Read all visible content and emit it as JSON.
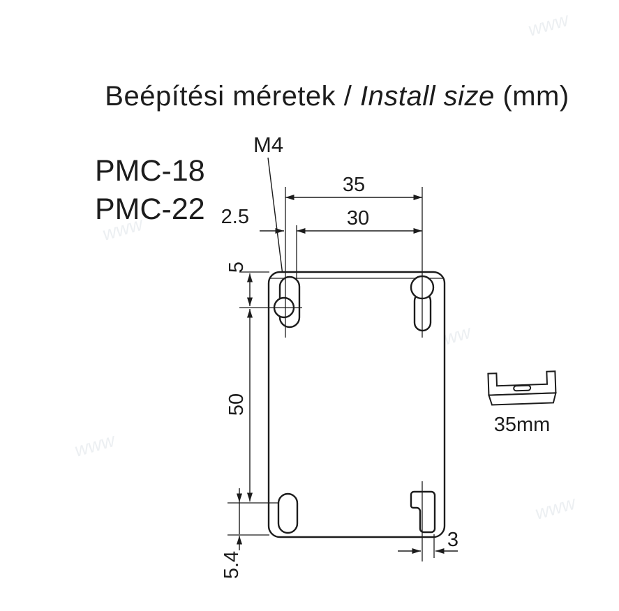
{
  "title": {
    "hu": "Beépítési méretek",
    "sep": " / ",
    "en": "Install size",
    "unit": " (mm)"
  },
  "models": {
    "model1": "PMC-18",
    "model2": "PMC-22"
  },
  "annotations": {
    "thread_size": "M4",
    "rail_size": "35mm",
    "watermark": "www"
  },
  "dimensions": {
    "top_hole_spacing": "35",
    "inner_spacing": "30",
    "edge_offset": "2.5",
    "top_edge_to_hole": "5",
    "vertical_hole_spacing": "50",
    "bottom_slot": "5.4",
    "notch": "3"
  },
  "colors": {
    "ink": "#1c1c1c",
    "background": "#ffffff"
  }
}
